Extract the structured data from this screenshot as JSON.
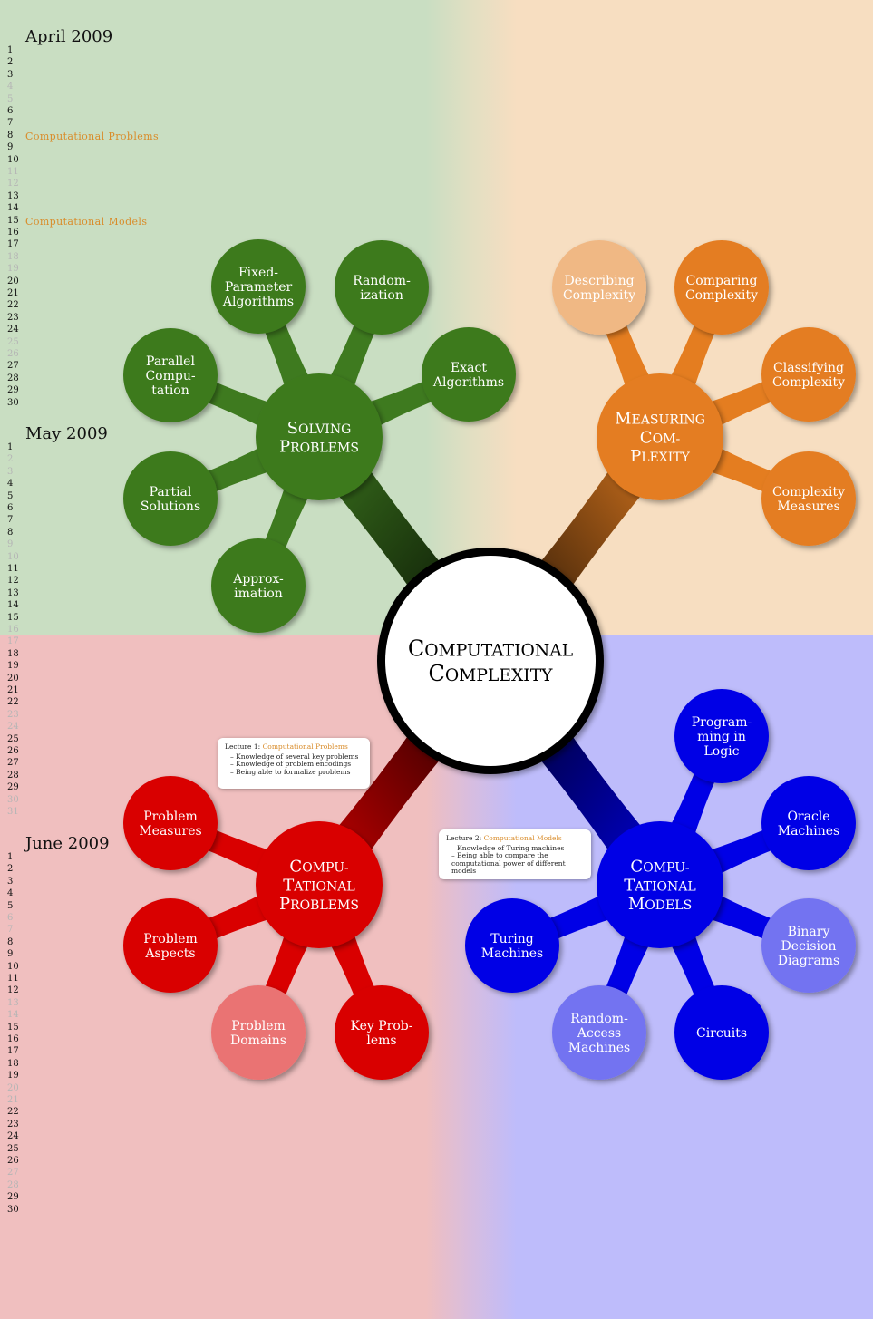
{
  "calendar": {
    "months": [
      {
        "label": "April 2009",
        "days": 30,
        "weekends": [
          4,
          5,
          11,
          12,
          18,
          19,
          25,
          26
        ],
        "notes": [
          {
            "day": 8,
            "text": "Computational Problems"
          },
          {
            "day": 15,
            "text": "Computational Models"
          }
        ]
      },
      {
        "label": "May 2009",
        "days": 31,
        "weekends": [
          2,
          3,
          9,
          10,
          16,
          17,
          23,
          24,
          30,
          31
        ],
        "notes": []
      },
      {
        "label": "June 2009",
        "days": 30,
        "weekends": [
          6,
          7,
          13,
          14,
          20,
          21,
          27,
          28
        ],
        "notes": []
      }
    ]
  },
  "center": {
    "line1": "Computational",
    "line2": "Complexity"
  },
  "branches": {
    "solving": {
      "color": "#3e7a1f",
      "lines": [
        "Solving",
        "Problems"
      ],
      "children": [
        {
          "lines": [
            "Fixed-",
            "Parameter",
            "Algorithms"
          ]
        },
        {
          "lines": [
            "Random-",
            "ization"
          ]
        },
        {
          "lines": [
            "Exact",
            "Algorithms"
          ]
        },
        {
          "lines": [
            "Parallel",
            "Compu-",
            "tation"
          ]
        },
        {
          "lines": [
            "Partial",
            "Solutions"
          ]
        },
        {
          "lines": [
            "Approx-",
            "imation"
          ]
        }
      ]
    },
    "measuring": {
      "color": "#e47d20",
      "lines": [
        "Measuring",
        "Com-",
        "plexity"
      ],
      "children": [
        {
          "lines": [
            "Describing",
            "Complexity"
          ],
          "faded": true
        },
        {
          "lines": [
            "Comparing",
            "Complexity"
          ]
        },
        {
          "lines": [
            "Classifying",
            "Complexity"
          ]
        },
        {
          "lines": [
            "Complexity",
            "Measures"
          ]
        }
      ]
    },
    "problems": {
      "color": "#d90000",
      "lines": [
        "Compu-",
        "tational",
        "Problems"
      ],
      "children": [
        {
          "lines": [
            "Problem",
            "Measures"
          ]
        },
        {
          "lines": [
            "Problem",
            "Aspects"
          ]
        },
        {
          "lines": [
            "Problem",
            "Domains"
          ],
          "faded": true
        },
        {
          "lines": [
            "Key Prob-",
            "lems"
          ]
        }
      ]
    },
    "models": {
      "color": "#0000e6",
      "lines": [
        "Compu-",
        "tational",
        "Models"
      ],
      "children": [
        {
          "lines": [
            "Program-",
            "ming in",
            "Logic"
          ]
        },
        {
          "lines": [
            "Oracle",
            "Machines"
          ]
        },
        {
          "lines": [
            "Binary",
            "Decision",
            "Diagrams"
          ],
          "faded": true
        },
        {
          "lines": [
            "Turing",
            "Machines"
          ]
        },
        {
          "lines": [
            "Random-",
            "Access",
            "Machines"
          ],
          "faded": true
        },
        {
          "lines": [
            "Circuits"
          ]
        }
      ]
    }
  },
  "notes": {
    "lecture1": {
      "prefix": "Lecture 1: ",
      "title": "Computational Problems",
      "items": [
        "Knowledge of several key problems",
        "Knowledge of problem encodings",
        "Being able to formalize problems"
      ]
    },
    "lecture2": {
      "prefix": "Lecture 2: ",
      "title": "Computational Models",
      "items": [
        "Knowledge of Turing machines",
        "Being able to compare the computational power of different models"
      ]
    }
  }
}
